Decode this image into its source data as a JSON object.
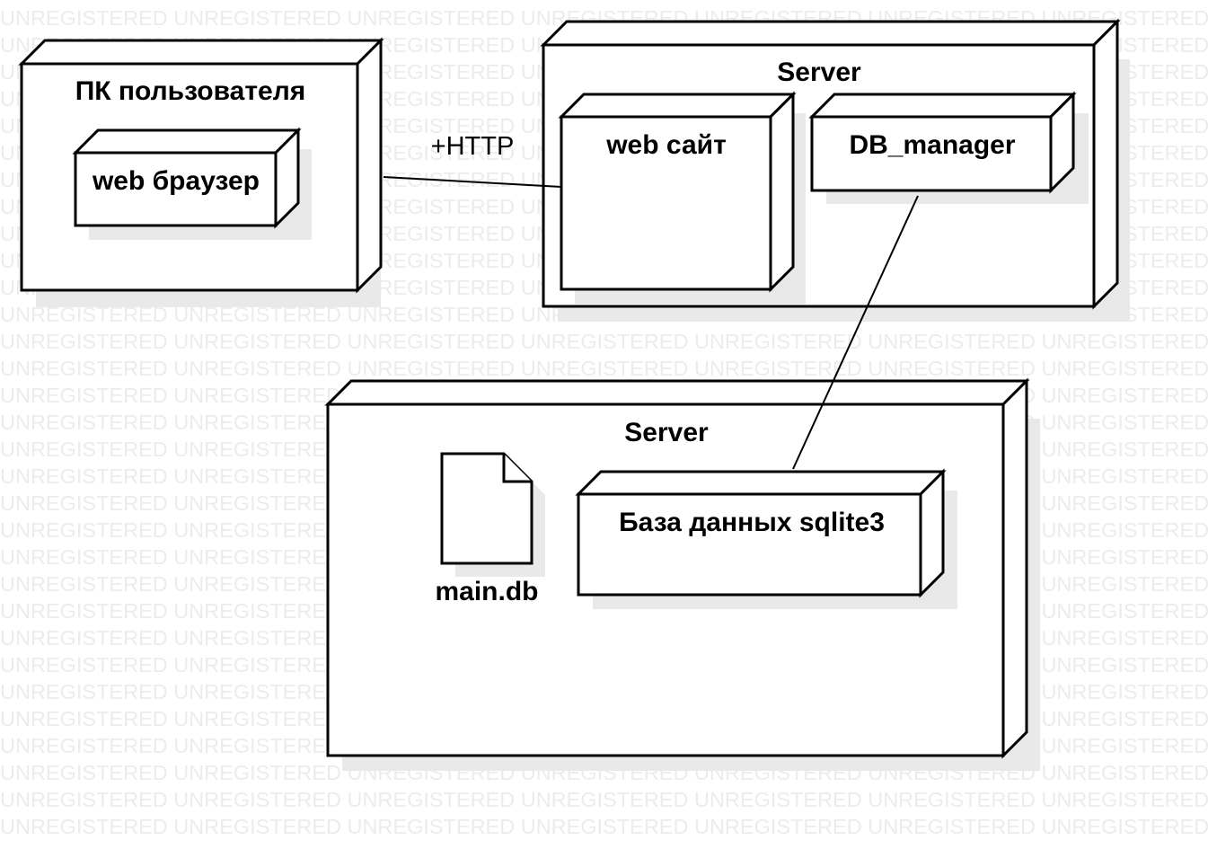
{
  "watermark": "UNREGISTERED",
  "nodes": {
    "user_pc": {
      "label": "ПК пользователя"
    },
    "browser": {
      "label": "web браузер"
    },
    "server_top": {
      "label": "Server"
    },
    "website": {
      "label": "web сайт"
    },
    "db_manager": {
      "label": "DB_manager"
    },
    "server_bottom": {
      "label": "Server"
    },
    "database": {
      "label": "База данных sqlite3"
    }
  },
  "artifact": {
    "label": "main.db"
  },
  "links": {
    "http": {
      "label": "+HTTP"
    }
  }
}
